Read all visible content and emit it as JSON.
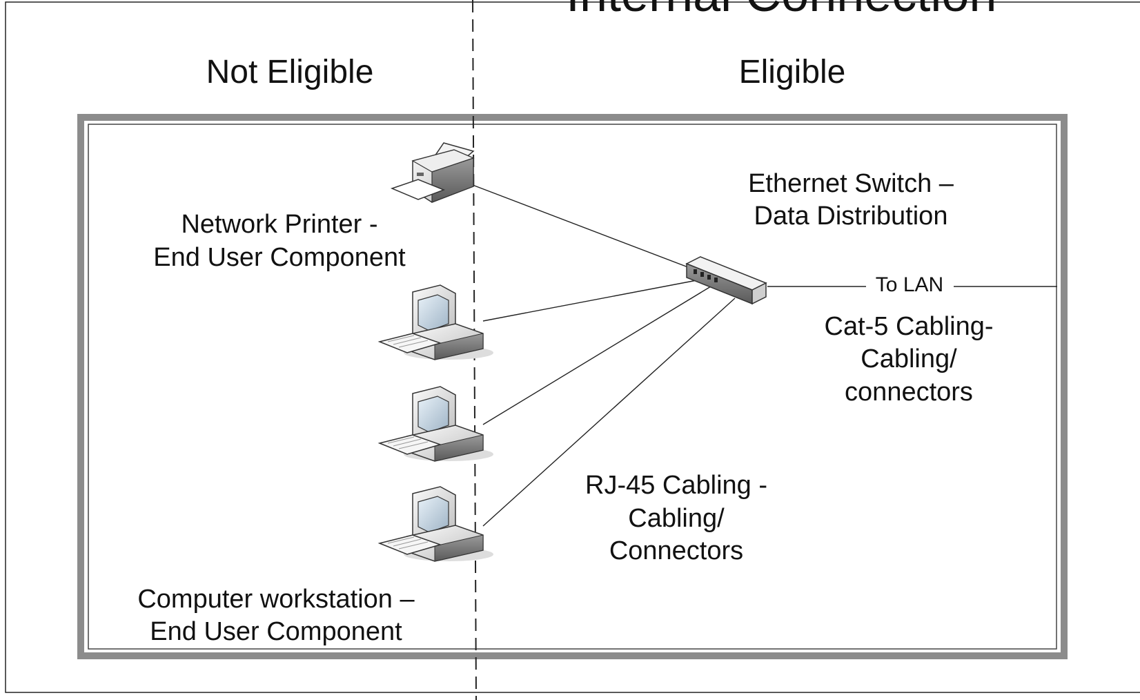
{
  "header": {
    "partial_title": "Internal Connection",
    "left_column": "Not Eligible",
    "right_column": "Eligible"
  },
  "labels": {
    "printer": [
      "Network Printer -",
      "End User Component"
    ],
    "switch": [
      "Ethernet Switch –",
      "Data Distribution"
    ],
    "lan": "To LAN",
    "cat5": [
      "Cat-5 Cabling-",
      "Cabling/",
      "connectors"
    ],
    "rj45": [
      "RJ-45 Cabling -",
      "Cabling/",
      "Connectors"
    ],
    "workstation": [
      "Computer workstation –",
      "End User Component"
    ]
  },
  "icons": {
    "printer": "printer-icon",
    "switch": "ethernet-switch-icon",
    "computers": [
      "computer-workstation-icon",
      "computer-workstation-icon",
      "computer-workstation-icon"
    ]
  },
  "colors": {
    "frame": "#8c8c8c",
    "line": "#222222"
  }
}
